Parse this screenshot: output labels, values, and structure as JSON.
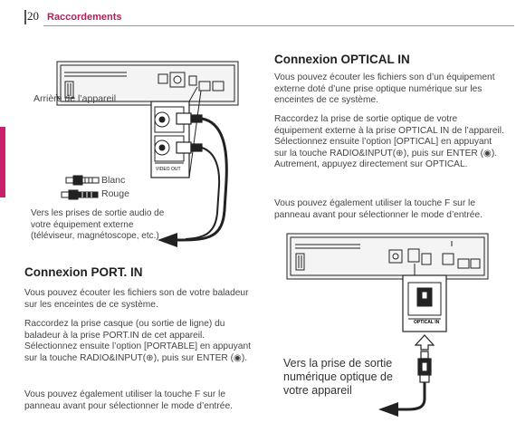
{
  "header": {
    "page_number": "20",
    "section_title": "Raccordements"
  },
  "optical": {
    "title": "Connexion OPTICAL IN",
    "p1": "Vous pouvez écouter les fichiers son d’un équipement externe doté d’une prise optique numérique sur les enceintes de ce système.",
    "p2": "Raccordez la prise de sortie optique de votre équipement externe à la prise OPTICAL IN de l’appareil. Sélectionnez ensuite l’option [OPTICAL] en appuyant sur la touche RADIO&INPUT(⊕), puis sur ENTER (◉). Autrement, appuyez directement sur OPTICAL.",
    "p3": "Vous pouvez également utiliser la touche F sur le panneau avant pour sélectionner le mode d’entrée."
  },
  "port": {
    "title": "Connexion PORT. IN",
    "p1": "Vous pouvez écouter les fichiers son de votre baladeur sur les enceintes de ce système.",
    "p2": "Raccordez la prise casque (ou sortie de ligne) du baladeur à la prise PORT.IN de cet appareil. Sélectionnez ensuite l’option [PORTABLE] en appuyant sur la touche RADIO&INPUT(⊕), puis sur ENTER (◉).",
    "p3": "Vous pouvez également utiliser la touche F sur le panneau avant pour sélectionner le mode d’entrée."
  },
  "diagram1": {
    "back_label": "Arrière de l’appareil",
    "white_label": "Blanc",
    "red_label": "Rouge",
    "to_label": "Vers les prises de sortie audio de votre équipement externe (téléviseur, magnétoscope, etc.)",
    "jack_label": "VIDEO OUT"
  },
  "diagram2": {
    "jack_label": "OPTICAL IN",
    "to_label": "Vers la prise de sortie numérique optique de votre appareil"
  }
}
